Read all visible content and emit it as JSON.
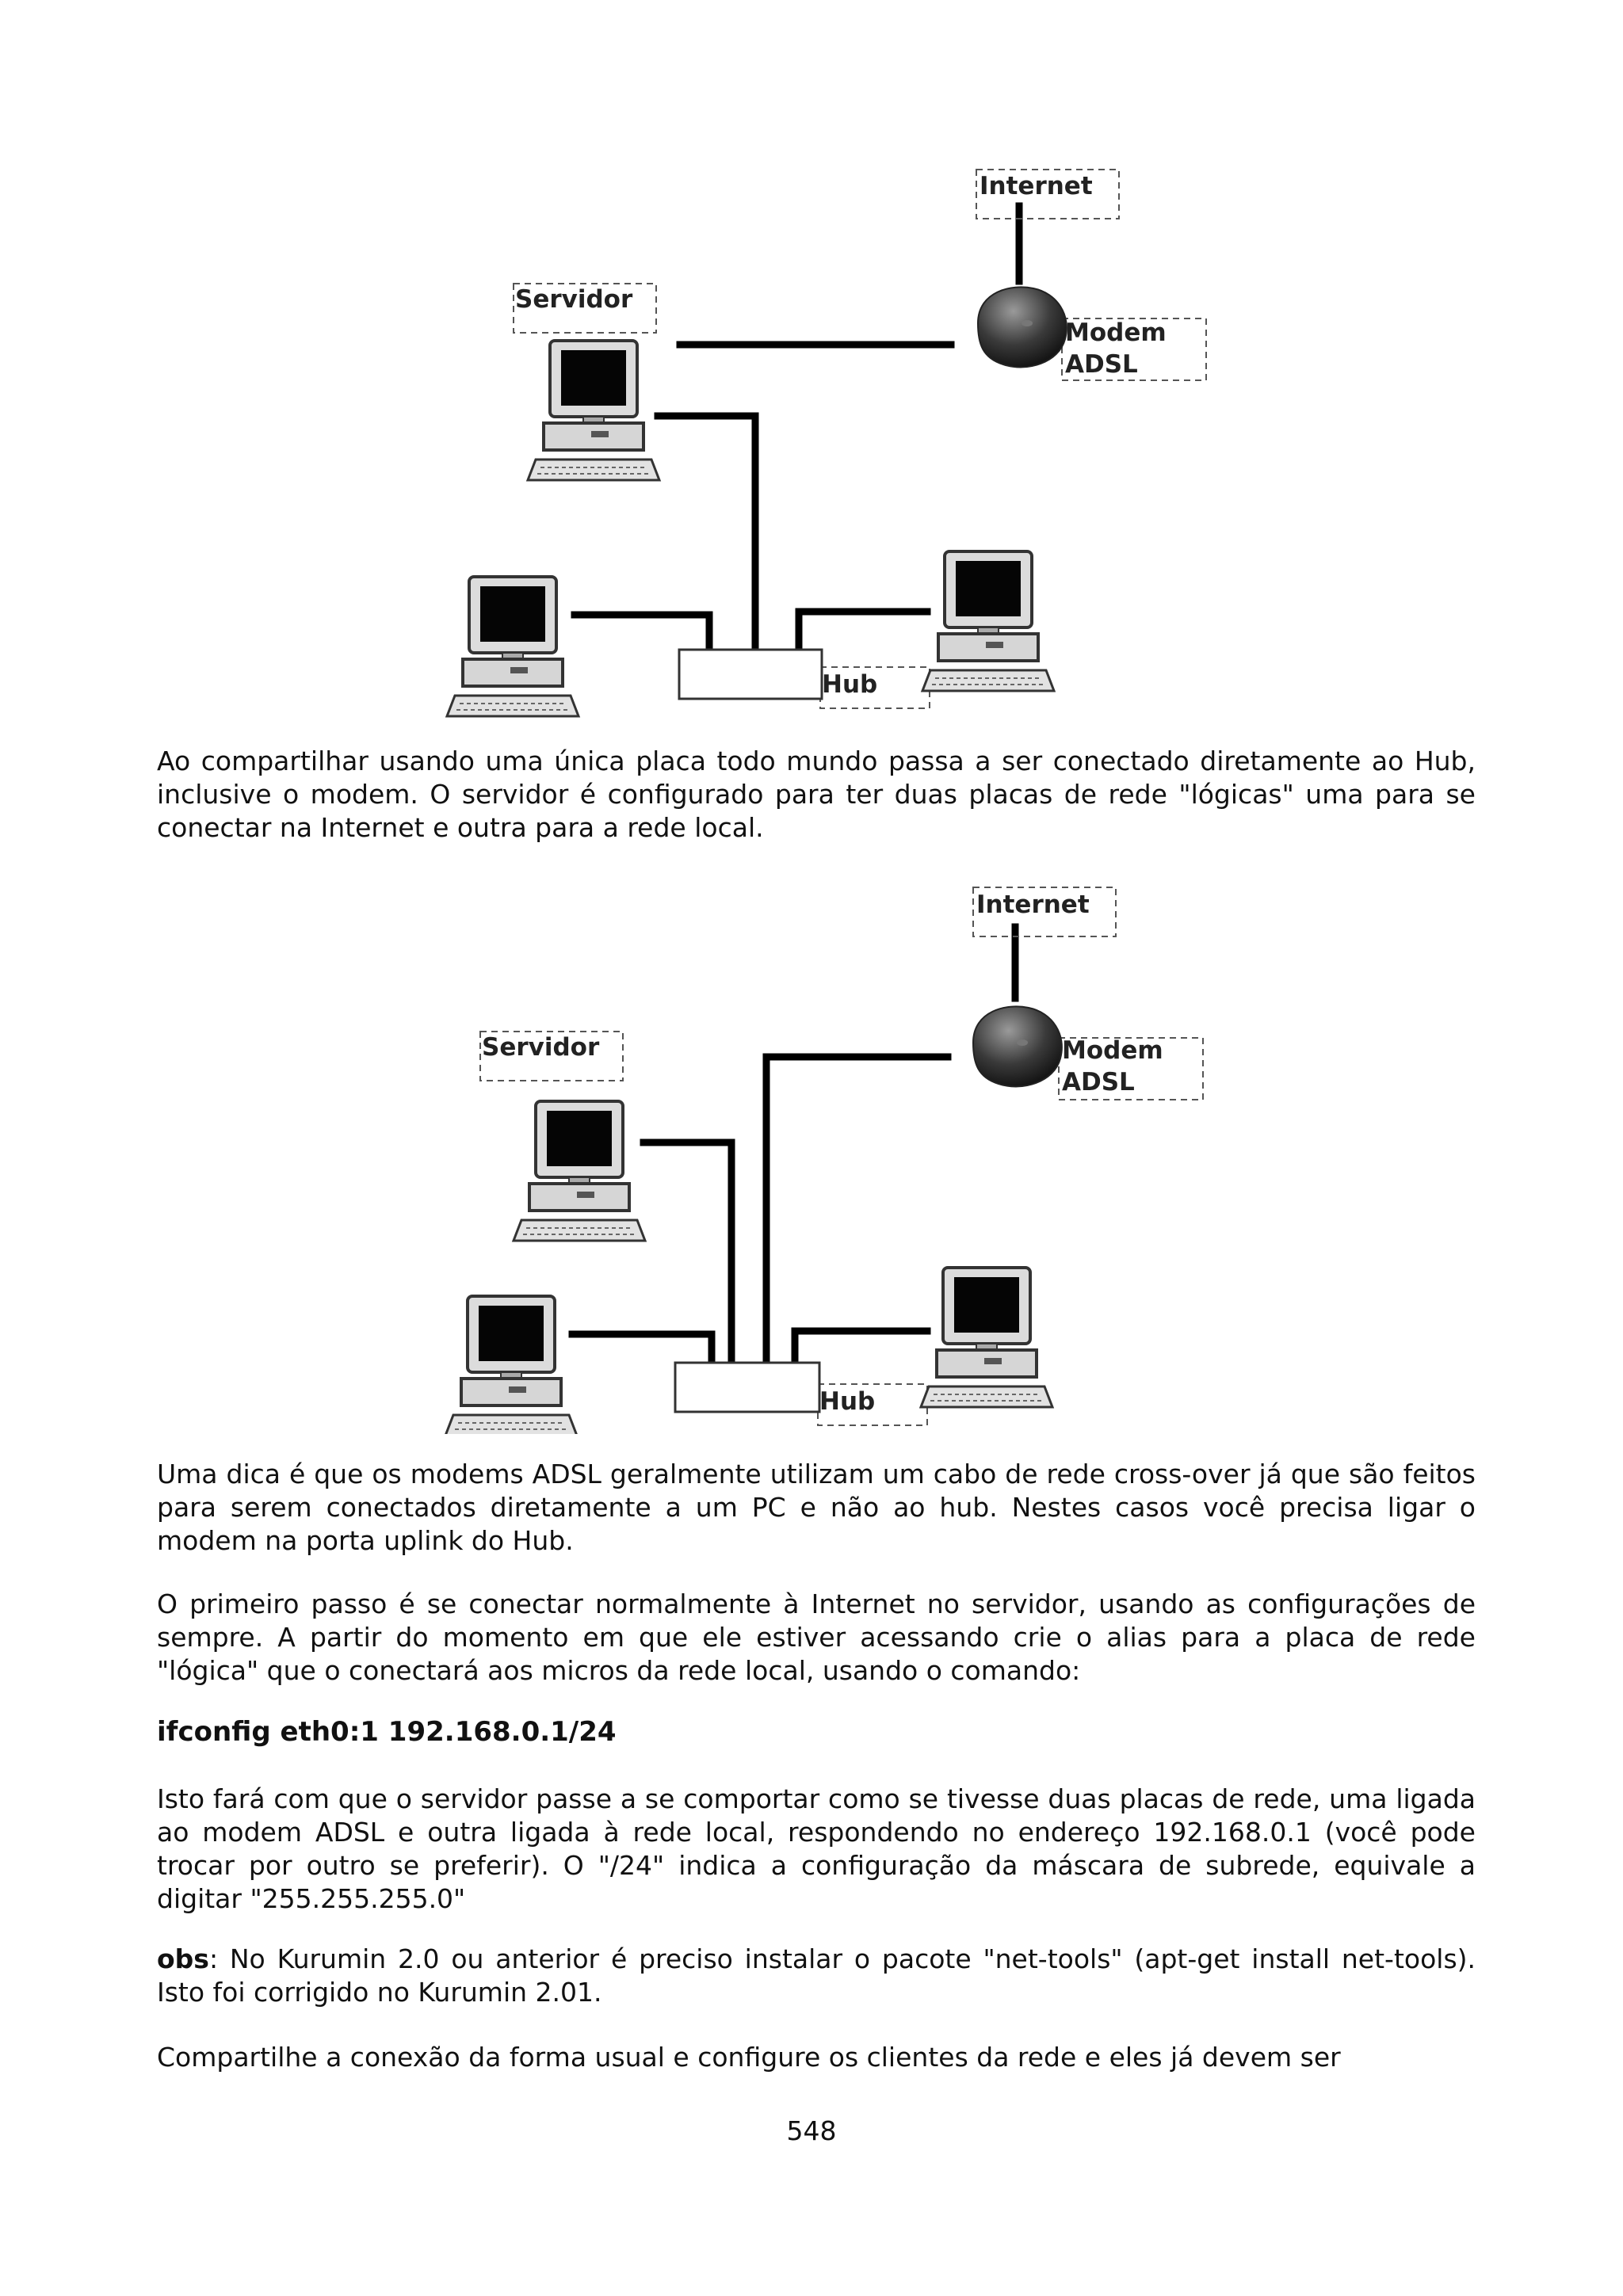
{
  "diagram1": {
    "labels": {
      "internet": "Internet",
      "servidor": "Servidor",
      "modem_line1": "Modem",
      "modem_line2": "ADSL",
      "hub": "Hub"
    }
  },
  "paragraph1": "Ao compartilhar usando uma única placa todo mundo passa a ser conectado diretamente ao Hub, inclusive o modem. O servidor é configurado para ter duas placas de rede \"lógicas\" uma para se conectar na Internet e outra para a rede local.",
  "diagram2": {
    "labels": {
      "internet": "Internet",
      "servidor": "Servidor",
      "modem_line1": "Modem",
      "modem_line2": "ADSL",
      "hub": "Hub"
    }
  },
  "paragraph2": "Uma dica é que os modems ADSL geralmente utilizam um cabo de rede cross-over já que são feitos para serem conectados diretamente a um PC e não ao hub. Nestes casos você precisa ligar o modem na porta uplink do Hub.",
  "paragraph3": "O primeiro passo é se conectar normalmente à Internet no servidor, usando as configurações de sempre. A partir do momento em que ele estiver acessando crie o alias para a placa de rede \"lógica\" que o conectará aos micros da rede local, usando o comando:",
  "command": "ifconfig eth0:1 192.168.0.1/24",
  "paragraph4": "Isto fará com que o servidor passe a se comportar como se tivesse duas placas de rede, uma ligada ao modem ADSL e outra ligada à rede local, respondendo no endereço 192.168.0.1 (você pode trocar por outro se preferir). O \"/24\" indica a configuração da máscara de subrede, equivale a digitar \"255.255.255.0\"",
  "obs": {
    "label": "obs",
    "text": ": No Kurumin 2.0 ou anterior é preciso instalar o pacote \"net-tools\" (apt-get install net-tools). Isto foi corrigido no Kurumin 2.01."
  },
  "paragraph5": "Compartilhe a conexão da forma usual e configure os clientes da rede e eles já devem ser",
  "page_number": "548"
}
